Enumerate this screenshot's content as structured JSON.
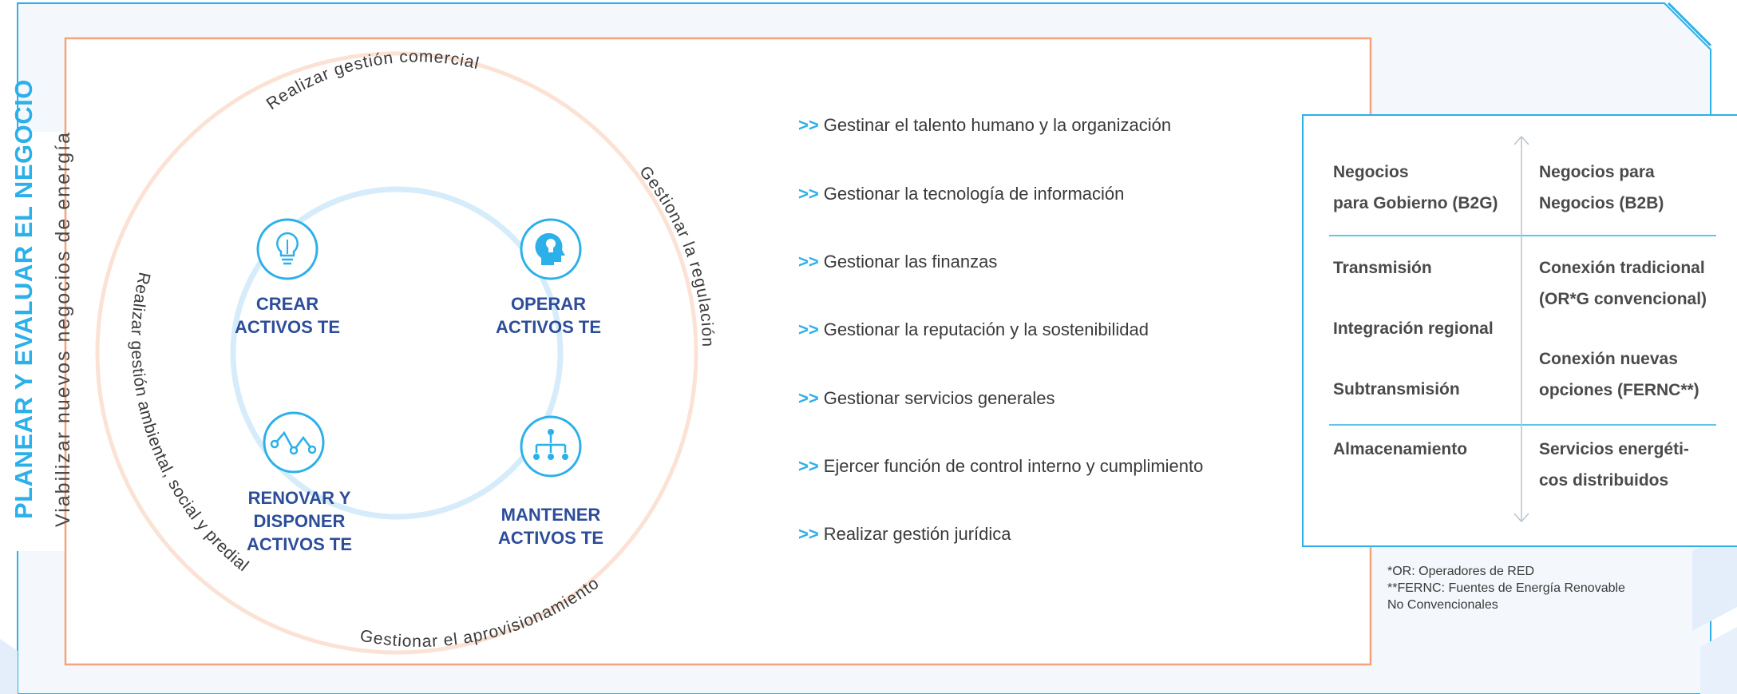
{
  "colors": {
    "accent": "#2bb0ea",
    "heading_blue": "#2d4d9a",
    "frame_orange": "#f4a37a",
    "ring_orange": "#fbe2d4",
    "ring_blue": "#d6ecfa",
    "text": "#3a3a3a"
  },
  "side": {
    "title": "PLANEAR Y EVALUAR EL NEGOCIO",
    "subtitle": "Viabilizar nuevos negocios de energía"
  },
  "arcs": {
    "top": "Realizar gestión comercial",
    "right": "Gestionar la regulación",
    "bottom": "Gestionar el aprovisionamiento",
    "left": "Realizar gestión ambiental, social y predial"
  },
  "activities": {
    "create": [
      "CREAR",
      "ACTIVOS TE"
    ],
    "operate": [
      "OPERAR",
      "ACTIVOS TE"
    ],
    "renew": [
      "RENOVAR Y",
      "DISPONER",
      "ACTIVOS TE"
    ],
    "maintain": [
      "MANTENER",
      "ACTIVOS TE"
    ],
    "icons": [
      "lightbulb-icon",
      "head-idea-icon",
      "trend-line-icon",
      "hierarchy-icon"
    ]
  },
  "processes": {
    "prefix": ">>",
    "items": [
      "Gestinar el talento humano y la organización",
      "Gestionar la tecnología de información",
      "Gestionar las finanzas",
      "Gestionar la reputación y la sostenibilidad",
      "Gestionar servicios generales",
      "Ejercer función de control interno y cumplimiento",
      "Realizar gestión jurídica"
    ]
  },
  "business_table": {
    "b2g_header": [
      "Negocios",
      "para Gobierno (B2G)"
    ],
    "b2b_header": [
      "Negocios para",
      "Negocios (B2B)"
    ],
    "b2g_items": [
      "Transmisión",
      "Integración regional",
      "Subtransmisión"
    ],
    "b2b_items": [
      "Conexión tradicional",
      "(OR*G convencional)",
      "Conexión nuevas",
      "opciones (FERNC**)"
    ],
    "b2g_last": "Almacenamiento",
    "b2b_last": [
      "Servicios energéti-",
      "cos distribuidos"
    ]
  },
  "notes": [
    "*OR: Operadores de RED",
    "**FERNC: Fuentes de Energía Renovable",
    "No Convencionales"
  ]
}
